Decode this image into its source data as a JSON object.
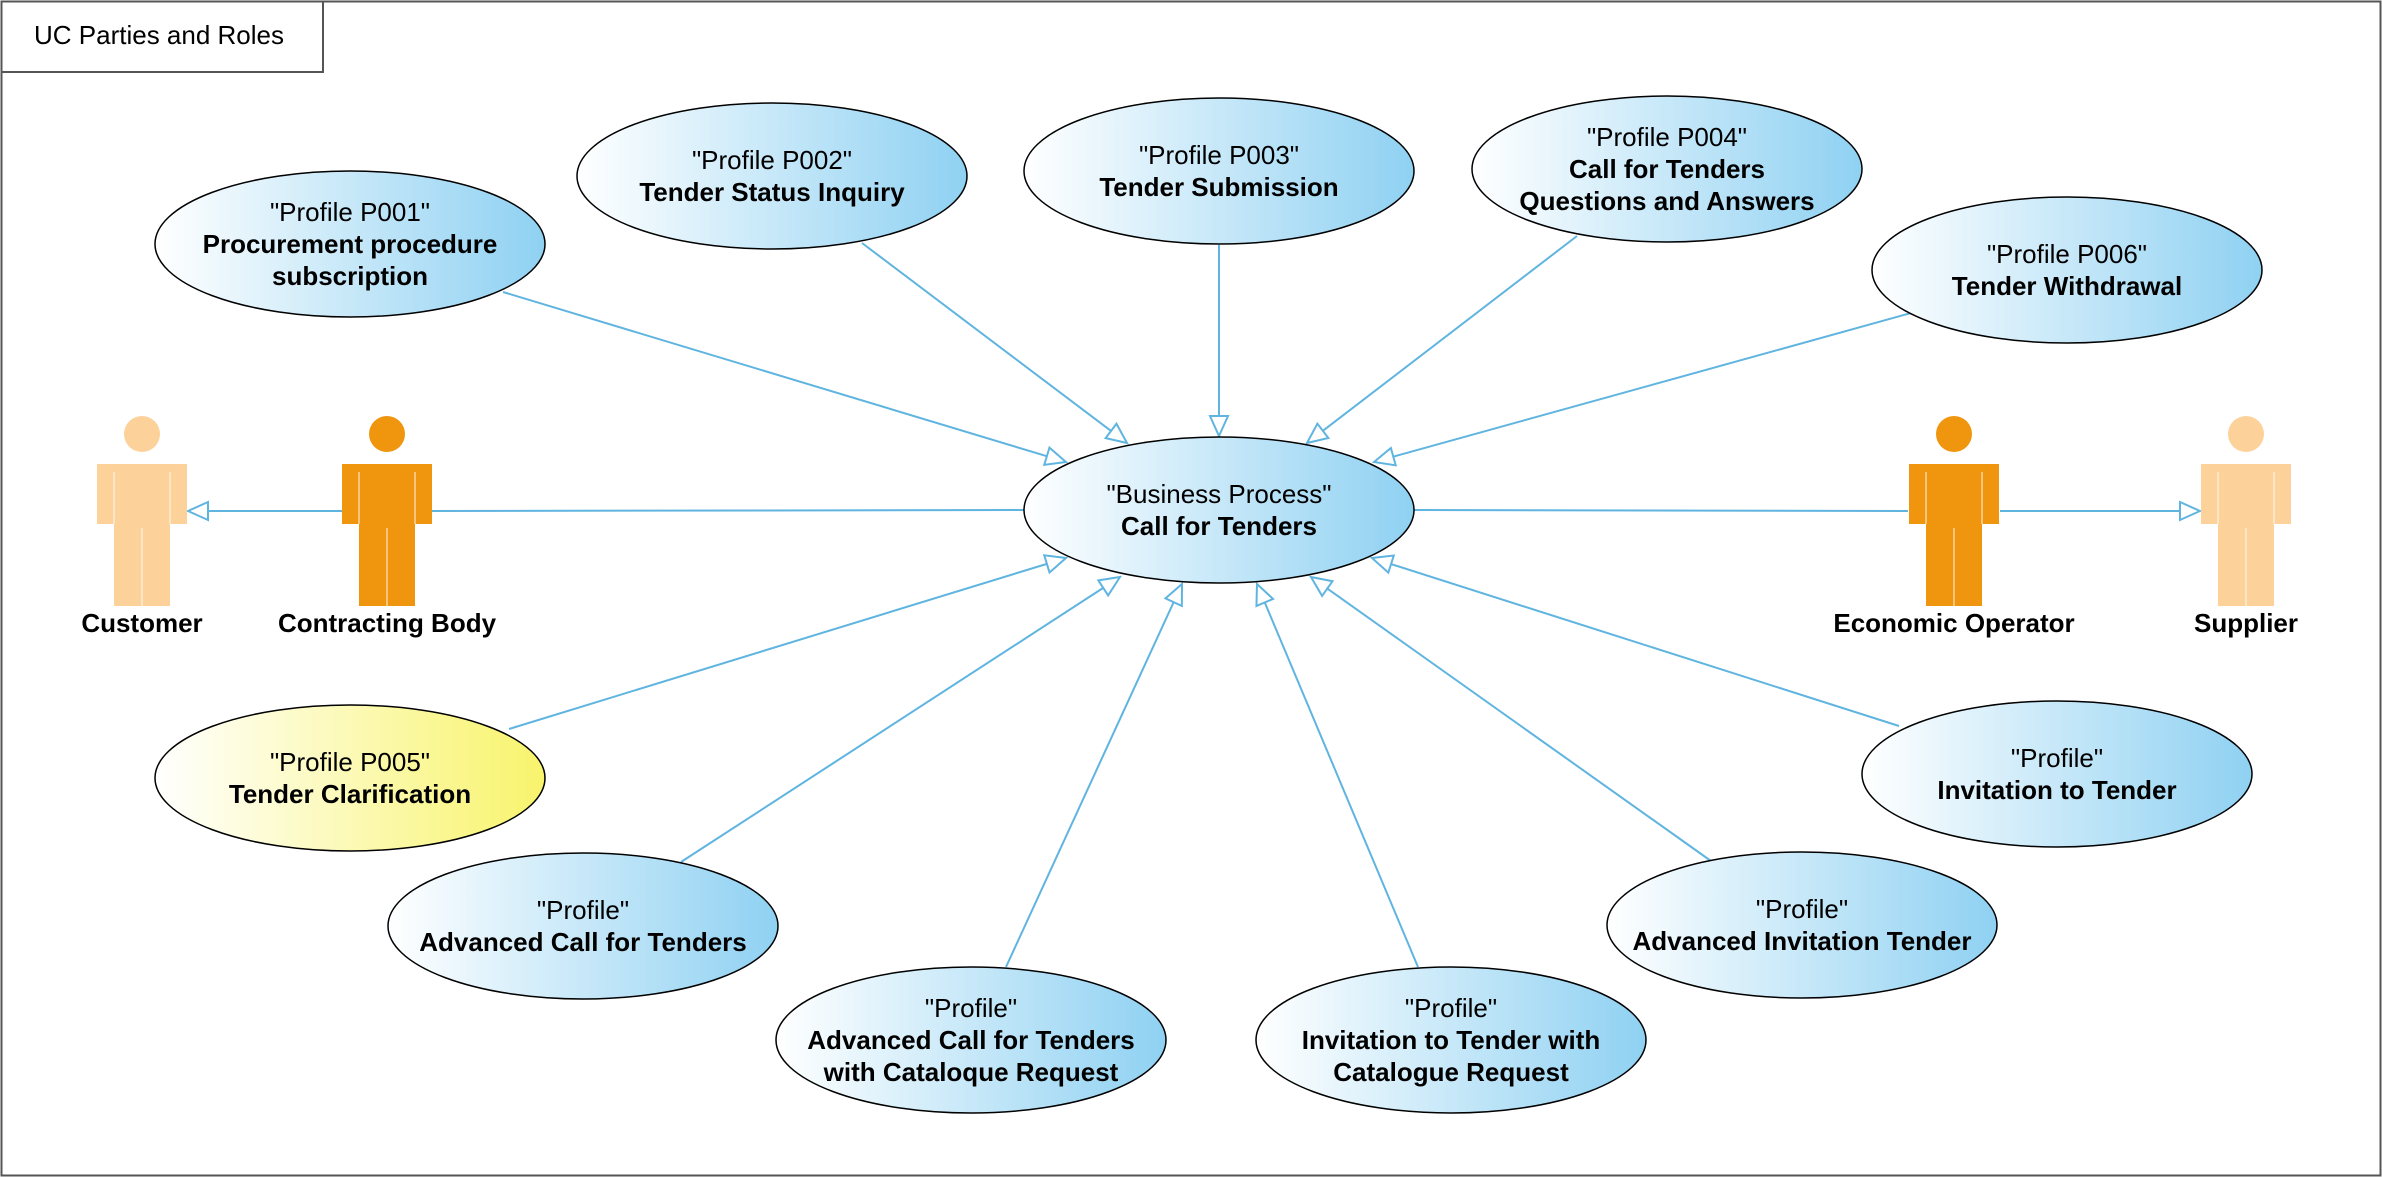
{
  "diagram": {
    "frame_title": "UC Parties and Roles",
    "colors": {
      "use_case_fill": "#8fd1f2",
      "use_case_highlight_fill": "#f8f46c",
      "connector": "#5fb4e0",
      "actor_primary": "#f0950e",
      "actor_secondary": "#fcd29a"
    },
    "central_use_case": {
      "stereotype": "\"Business Process\"",
      "name": [
        "Call for Tenders"
      ]
    },
    "use_cases": [
      {
        "id": "p001",
        "stereotype": "\"Profile P001\"",
        "name": [
          "Procurement procedure",
          "subscription"
        ]
      },
      {
        "id": "p002",
        "stereotype": "\"Profile P002\"",
        "name": [
          "Tender Status Inquiry"
        ]
      },
      {
        "id": "p003",
        "stereotype": "\"Profile P003\"",
        "name": [
          "Tender Submission"
        ]
      },
      {
        "id": "p004",
        "stereotype": "\"Profile P004\"",
        "name": [
          "Call for Tenders",
          "Questions and Answers"
        ]
      },
      {
        "id": "p006",
        "stereotype": "\"Profile P006\"",
        "name": [
          "Tender Withdrawal"
        ]
      },
      {
        "id": "p005",
        "stereotype": "\"Profile P005\"",
        "name": [
          "Tender Clarification"
        ],
        "highlight": true
      },
      {
        "id": "adv-call",
        "stereotype": "\"Profile\"",
        "name": [
          "Advanced Call for Tenders"
        ]
      },
      {
        "id": "adv-call-cat",
        "stereotype": "\"Profile\"",
        "name": [
          "Advanced Call for Tenders",
          "with Cataloque Request"
        ]
      },
      {
        "id": "inv-cat",
        "stereotype": "\"Profile\"",
        "name": [
          "Invitation to Tender with",
          "Catalogue Request"
        ]
      },
      {
        "id": "adv-inv",
        "stereotype": "\"Profile\"",
        "name": [
          "Advanced Invitation Tender"
        ]
      },
      {
        "id": "inv",
        "stereotype": "\"Profile\"",
        "name": [
          "Invitation to Tender"
        ]
      }
    ],
    "actors": [
      {
        "id": "customer",
        "label": "Customer",
        "kind": "secondary"
      },
      {
        "id": "contracting-body",
        "label": "Contracting Body",
        "kind": "primary"
      },
      {
        "id": "economic-operator",
        "label": "Economic Operator",
        "kind": "primary"
      },
      {
        "id": "supplier",
        "label": "Supplier",
        "kind": "secondary"
      }
    ]
  }
}
